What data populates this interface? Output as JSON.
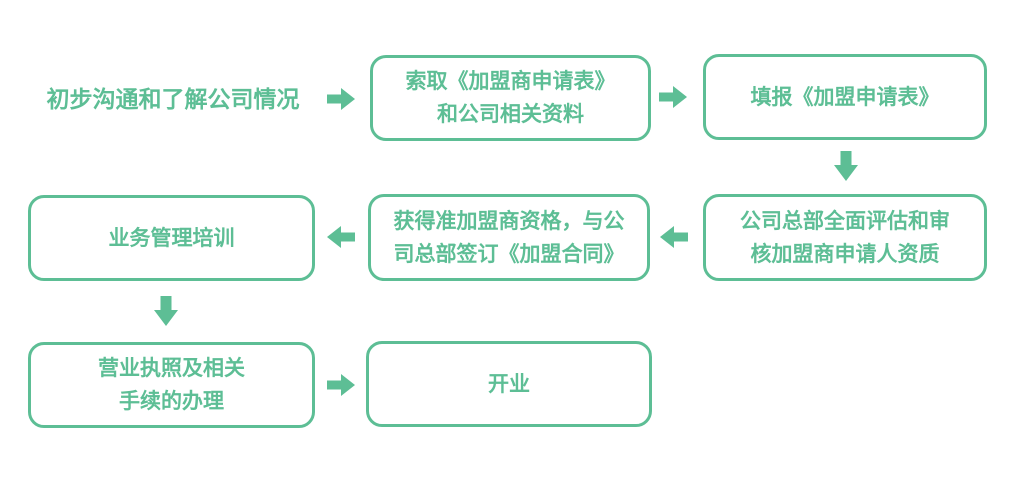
{
  "flow": {
    "title": "franchise-joining-process-flowchart",
    "accent_color": "#5dbe95",
    "background_color": "#ffffff",
    "steps": [
      {
        "id": 1,
        "type": "text",
        "label": "初步沟通和了解公司情况"
      },
      {
        "id": 2,
        "type": "box",
        "label": "索取《加盟商申请表》\n和公司相关资料"
      },
      {
        "id": 3,
        "type": "box",
        "label": "填报《加盟申请表》"
      },
      {
        "id": 4,
        "type": "box",
        "label": "公司总部全面评估和审\n核加盟商申请人资质"
      },
      {
        "id": 5,
        "type": "box",
        "label": "获得准加盟商资格，与公\n司总部签订《加盟合同》"
      },
      {
        "id": 6,
        "type": "box",
        "label": "业务管理培训"
      },
      {
        "id": 7,
        "type": "box",
        "label": "营业执照及相关\n手续的办理"
      },
      {
        "id": 8,
        "type": "box",
        "label": "开业"
      }
    ],
    "arrows": [
      {
        "from": 1,
        "to": 2,
        "direction": "right"
      },
      {
        "from": 2,
        "to": 3,
        "direction": "right"
      },
      {
        "from": 3,
        "to": 4,
        "direction": "down"
      },
      {
        "from": 4,
        "to": 5,
        "direction": "left"
      },
      {
        "from": 5,
        "to": 6,
        "direction": "left"
      },
      {
        "from": 6,
        "to": 7,
        "direction": "down"
      },
      {
        "from": 7,
        "to": 8,
        "direction": "right"
      }
    ]
  }
}
